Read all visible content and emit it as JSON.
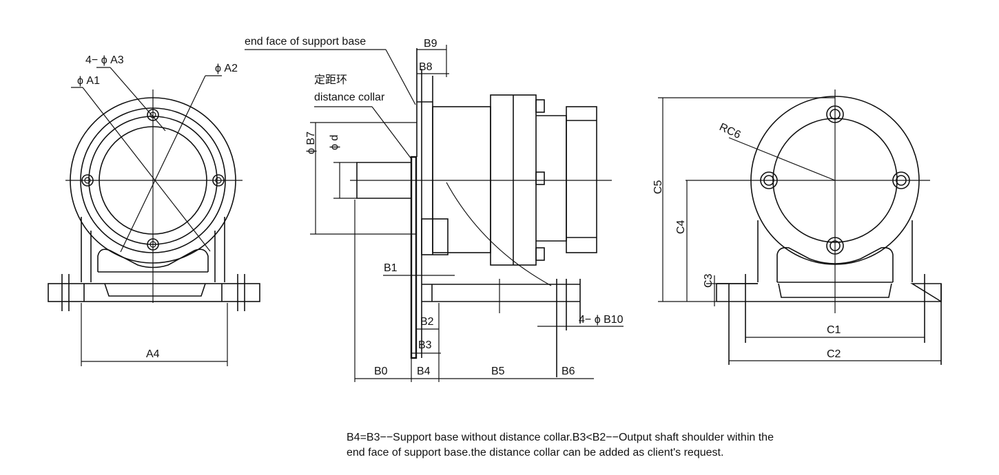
{
  "front_view": {
    "labels": {
      "phi_a3": "4− ϕ A3",
      "phi_a1": "ϕ A1",
      "phi_a2": "ϕ A2",
      "a4": "A4"
    }
  },
  "side_view": {
    "labels": {
      "end_face": "end face of support base",
      "cn_collar": "定距环",
      "distance_collar": "distance collar",
      "b9": "B9",
      "b8": "B8",
      "phi_b7": "ϕ B7",
      "phi_d": "ϕ d",
      "b1": "B1",
      "b2": "B2",
      "b3": "B3",
      "b0": "B0",
      "b4": "B4",
      "b5": "B5",
      "b6": "B6",
      "b10": "4− ϕ B10"
    }
  },
  "rear_view": {
    "labels": {
      "rc6": "RC6",
      "c5": "C5",
      "c4": "C4",
      "c3": "C3",
      "c1": "C1",
      "c2": "C2"
    }
  },
  "note": {
    "line1": "B4=B3−−Support base without distance collar.B3<B2−−Output shaft shoulder within the",
    "line2": "end face of support base.the distance collar can be added as client's request."
  }
}
